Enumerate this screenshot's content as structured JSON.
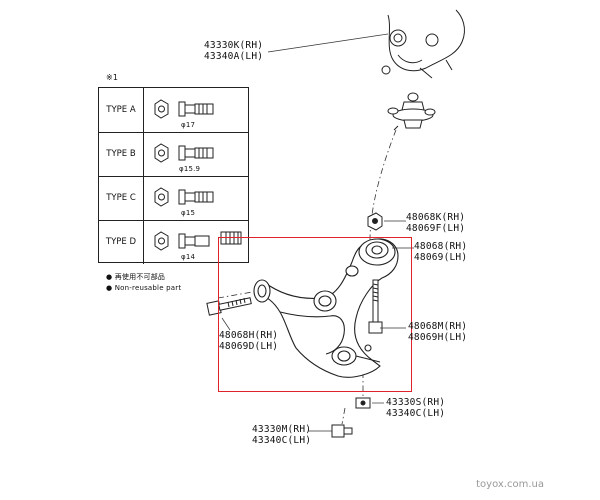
{
  "top_part": {
    "rh": "43330K(RH)",
    "lh": "43340A(LH)"
  },
  "table": {
    "mark": "※1",
    "rows": [
      {
        "type": "TYPE A",
        "dia": "φ17"
      },
      {
        "type": "TYPE B",
        "dia": "φ15.9"
      },
      {
        "type": "TYPE C",
        "dia": "φ15"
      },
      {
        "type": "TYPE D",
        "dia": "φ14"
      }
    ]
  },
  "legend": {
    "jp": "● 再使用不可部品",
    "en": "● Non-reusable part"
  },
  "labels": {
    "nut_top_rh": "48068K(RH)",
    "nut_top_lh": "48069F(LH)",
    "arm_rh": "48068(RH)",
    "arm_lh": "48069(LH)",
    "bolt_left_rh": "48068H(RH)",
    "bolt_left_lh": "48069D(LH)",
    "bolt_right_rh": "48068M(RH)",
    "bolt_right_lh": "48069H(LH)",
    "nut_bottom_rh": "43330S(RH)",
    "nut_bottom_lh": "43340C(LH)",
    "bolt_bottom_rh": "43330M(RH)",
    "bolt_bottom_lh": "43340C(LH)"
  },
  "watermark": "toyox.com.ua",
  "colors": {
    "highlight": "#e0232a",
    "line": "#222222"
  }
}
